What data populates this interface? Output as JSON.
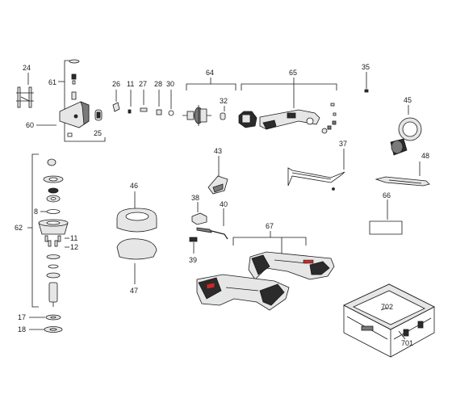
{
  "callouts": {
    "c24": "24",
    "c61": "61",
    "c60": "60",
    "c25": "25",
    "c26": "26",
    "c11a": "11",
    "c27": "27",
    "c28": "28",
    "c30": "30",
    "c64": "64",
    "c32": "32",
    "c65": "65",
    "c35": "35",
    "c45": "45",
    "c37": "37",
    "c48": "48",
    "c43": "43",
    "c66": "66",
    "c62": "62",
    "c8": "8",
    "c11b": "11",
    "c12": "12",
    "c46": "46",
    "c47": "47",
    "c38": "38",
    "c40": "40",
    "c39": "39",
    "c67": "67",
    "c17": "17",
    "c18": "18",
    "c702": "702",
    "c701": "701"
  }
}
